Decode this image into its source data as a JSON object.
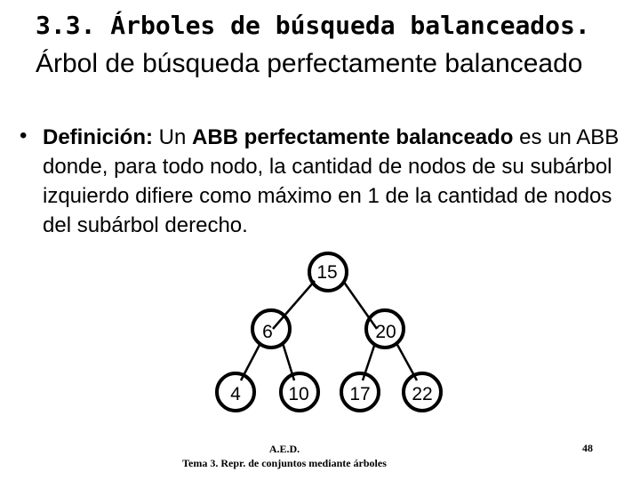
{
  "slide": {
    "title": "3.3. Árboles de búsqueda balanceados.",
    "subtitle": "Árbol de búsqueda perfectamente balanceado",
    "bullet_symbol": "•",
    "definition_term": "Definición:",
    "definition_mid1": " Un ",
    "definition_bold": "ABB perfectamente balanceado",
    "definition_rest": " es un ABB donde, para todo nodo, la cantidad de nodos de su subárbol izquierdo difiere como máximo en 1 de la cantidad de nodos del subárbol derecho."
  },
  "tree": {
    "nodes": [
      "15",
      "6",
      "20",
      "4",
      "10",
      "17",
      "22"
    ]
  },
  "footer": {
    "course": "A.E.D.",
    "topic": "Tema 3. Repr. de conjuntos mediante árboles",
    "page_number": "48"
  }
}
